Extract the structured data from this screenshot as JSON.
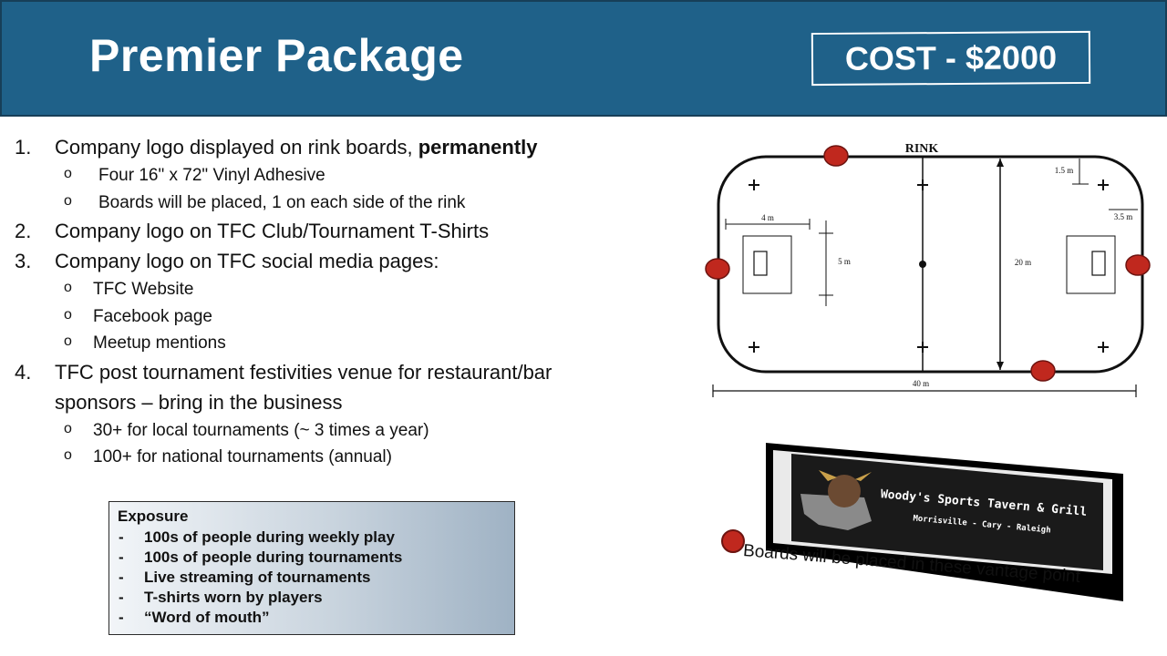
{
  "header": {
    "title": "Premier Package",
    "cost": "COST - $2000"
  },
  "colors": {
    "header_bg": "#1f6189",
    "vantage_dot": "#c0281e"
  },
  "list": [
    {
      "num": "1.",
      "text": "Company logo displayed on rink boards, ",
      "emphasis": "permanently",
      "sub": [
        "Four 16\" x 72\" Vinyl Adhesive",
        "Boards will be placed, 1 on each side of the rink"
      ]
    },
    {
      "num": "2.",
      "text": "Company logo on TFC Club/Tournament T-Shirts",
      "sub": []
    },
    {
      "num": "3.",
      "text": "Company logo on TFC social media pages:",
      "sub": [
        "TFC Website",
        "Facebook page",
        "Meetup mentions"
      ]
    },
    {
      "num": "4.",
      "text_line1": "TFC post tournament festivities venue for restaurant/bar",
      "text_line2": "sponsors – bring in the business",
      "sub": [
        "30+ for local tournaments (~ 3 times a year)",
        "100+ for national tournaments (annual)"
      ]
    }
  ],
  "sub_bullet_glyph": "o",
  "exposure": {
    "title": "Exposure",
    "items": [
      "100s of people during weekly play",
      "100s of people during tournaments",
      "Live streaming of tournaments",
      "T-shirts worn by players",
      "“Word of mouth”"
    ],
    "dash": "-"
  },
  "rink_diagram": {
    "label": "RINK",
    "dim_length": "40 m",
    "dim_width": "20 m",
    "dim_crease_w": "4 m",
    "dim_crease_h": "5 m",
    "dim_goal_line": "1.5 m",
    "dim_corner": "3.5 m"
  },
  "sign": {
    "line1": "Woody's Sports Tavern & Grill",
    "line2": "Morrisville - Cary - Raleigh"
  },
  "caption": "Boards will be placed in these vantage point"
}
